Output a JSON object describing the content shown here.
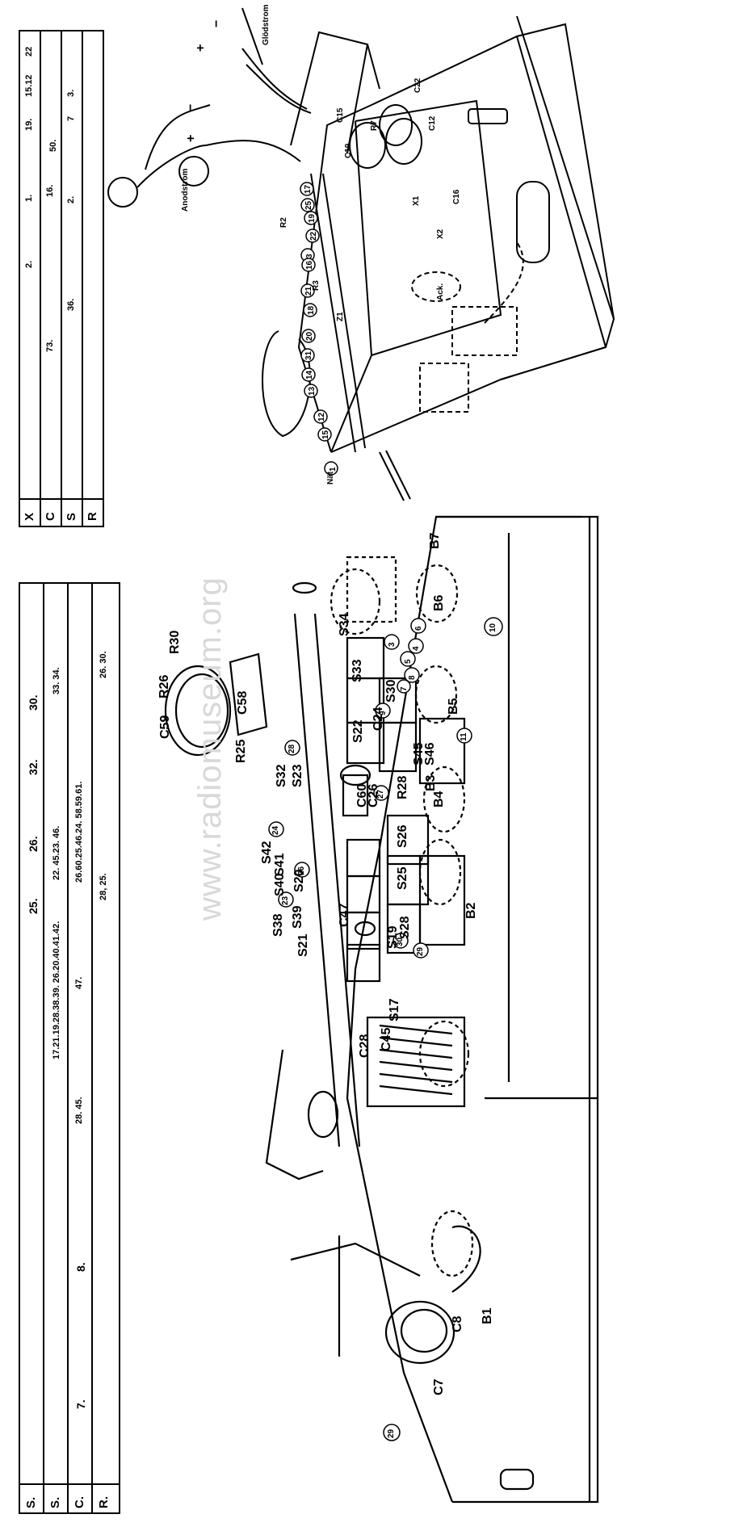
{
  "watermark": "www.radiomuseum.org",
  "top_table": {
    "rows": [
      {
        "label": "X",
        "cells": [
          "2.",
          "1.",
          "19.",
          "15.12",
          "22"
        ]
      },
      {
        "label": "C",
        "cells": [
          "73.",
          "16.",
          "50."
        ]
      },
      {
        "label": "S",
        "cells": [
          "36.",
          "2.",
          "7",
          "3."
        ]
      },
      {
        "label": "R",
        "cells": []
      }
    ]
  },
  "bottom_table": {
    "rows": [
      {
        "label": "S.",
        "cells": [
          "25.",
          "26.",
          "32.",
          "30."
        ]
      },
      {
        "label": "S.",
        "cells": [
          "17.21.19.28.38.39. 26.20.40.41.42.",
          "22. 45.23. 46.",
          "33. 34."
        ]
      },
      {
        "label": "C.",
        "cells": [
          "7.",
          "8.",
          "28. 45.",
          "47.",
          "26.60.25.46.24. 58.59.61."
        ]
      },
      {
        "label": "R.",
        "cells": [
          "28, 25.",
          "26. 30."
        ]
      }
    ]
  },
  "top_diagram_labels": {
    "anodstrom": "Anodstrom",
    "glodstrom": "Glödstrom",
    "nat": "Nät",
    "ack": "Ack.",
    "plus1": "+",
    "minus1": "−",
    "plus2": "+",
    "minus2": "−",
    "parts": [
      "C22",
      "C15",
      "C19",
      "C12",
      "C16",
      "R7",
      "R2",
      "R3",
      "X1",
      "X2",
      "Z1"
    ],
    "callouts": [
      "17",
      "25",
      "19",
      "22",
      "3",
      "16",
      "21",
      "18",
      "20",
      "31",
      "14",
      "13",
      "12",
      "15",
      "1"
    ]
  },
  "bottom_diagram_labels": {
    "parts": [
      "R30",
      "R26",
      "C59",
      "C58",
      "R25",
      "S34",
      "S33",
      "S30",
      "S32",
      "S23",
      "S22",
      "C60",
      "C26",
      "R28",
      "C24",
      "S45",
      "S46",
      "B5",
      "B6",
      "B7",
      "B4",
      "B3",
      "B2",
      "B1",
      "S42",
      "S41",
      "S40",
      "S20",
      "S39",
      "S38",
      "S21",
      "C47",
      "S19",
      "S28",
      "S17",
      "C45",
      "C28",
      "C8",
      "C7",
      "S25",
      "S26"
    ],
    "callouts": [
      "10",
      "6",
      "4",
      "3",
      "5",
      "8",
      "11",
      "28",
      "27",
      "24",
      "26",
      "23",
      "30",
      "29",
      "29",
      "9",
      "7"
    ]
  }
}
